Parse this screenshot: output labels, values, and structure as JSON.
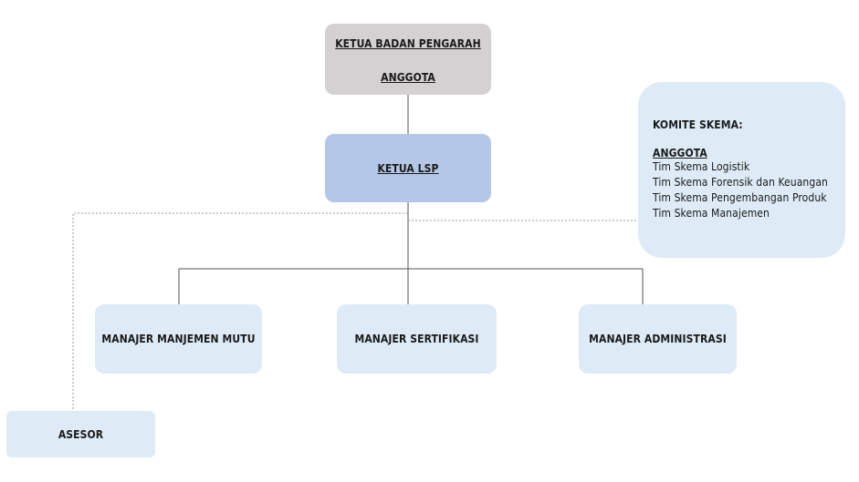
{
  "board": {
    "line1": "KETUA BADAN PENGARAH",
    "line2": "ANGGOTA"
  },
  "lsp": {
    "label": "KETUA LSP"
  },
  "managers": [
    {
      "label": "MANAJER MANJEMEN MUTU"
    },
    {
      "label": "MANAJER SERTIFIKASI"
    },
    {
      "label": "MANAJER ADMINISTRASI"
    }
  ],
  "asesor": {
    "label": "ASESOR"
  },
  "komite": {
    "title": "KOMITE SKEMA:",
    "subtitle": "ANGGOTA",
    "items": [
      "Tim Skema Logistik",
      "Tim Skema Forensik dan Keuangan",
      "Tim Skema Pengembangan Produk",
      "Tim Skema Manajemen"
    ]
  },
  "colors": {
    "board_fill": "#d3d1d1",
    "lsp_fill": "#b4c7e7",
    "unit_fill": "#deebf7",
    "line": "#555555",
    "dotted_line": "#9a9a9a"
  }
}
